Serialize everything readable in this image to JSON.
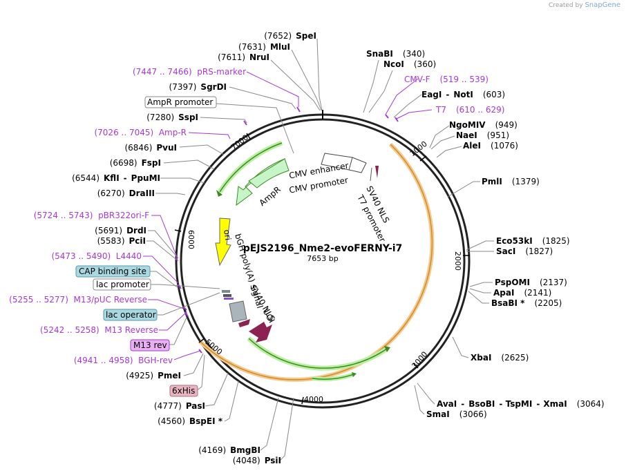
{
  "credit": {
    "prefix": "Created by",
    "brand": "SnapGene"
  },
  "map": {
    "name": "pEJS2196_Nme2-evoFERNY-i7",
    "length": "7653 bp",
    "ticks": [
      "1000",
      "2000",
      "3000",
      "4000",
      "5000",
      "6000",
      "7000"
    ]
  },
  "features": {
    "cmv_enhancer": "CMV enhancer",
    "cmv_promoter": "CMV promoter",
    "t7_promoter": "T7 promoter",
    "sv40_nls_top": "SV40 NLS",
    "ampr": "AmpR",
    "ori": "ori",
    "bgh_polya": "bGH poly(A) signal",
    "sv40_nls_bottom": "SV40 NLS",
    "ugi": "UGI"
  },
  "labels": {
    "spel": {
      "pos": "(7652)",
      "name": "SpeI"
    },
    "mlui": {
      "pos": "(7631)",
      "name": "MluI"
    },
    "nrui": {
      "pos": "(7611)",
      "name": "NruI"
    },
    "prs": {
      "text": "(7447 .. 7466)  pRS-marker"
    },
    "sgrdi": {
      "pos": "(7397)",
      "name": "SgrDI"
    },
    "ampr_promoter": {
      "text": "AmpR promoter"
    },
    "sspi": {
      "pos": "(7280)",
      "name": "SspI"
    },
    "ampr_primer": {
      "text": "(7026 .. 7045)  Amp-R"
    },
    "pvui": {
      "pos": "(6846)",
      "name": "PvuI"
    },
    "fspi": {
      "pos": "(6698)",
      "name": "FspI"
    },
    "kfli": {
      "pos": "(6544)",
      "name": "KflI",
      "name2": "PpuMI"
    },
    "draiii": {
      "pos": "(6270)",
      "name": "DraIII"
    },
    "pbr322": {
      "text": "(5724 .. 5743)  pBR322ori-F"
    },
    "drdi": {
      "pos": "(5691)",
      "name": "DrdI"
    },
    "pcii": {
      "pos": "(5583)",
      "name": "PciI"
    },
    "l4440": {
      "text": "(5473 .. 5490)  L4440"
    },
    "cap_binding": {
      "text": "CAP binding site"
    },
    "lac_promoter": {
      "text": "lac promoter"
    },
    "m13puc": {
      "text": "(5255 .. 5277)  M13/pUC Reverse"
    },
    "lac_operator": {
      "text": "lac operator"
    },
    "m13rev_primer": {
      "text": "(5242 .. 5258)  M13 Reverse"
    },
    "m13rev": {
      "text": "M13 rev"
    },
    "bghrev": {
      "text": "(4941 .. 4958)  BGH-rev"
    },
    "pmei": {
      "pos": "(4925)",
      "name": "PmeI"
    },
    "his": {
      "text": "6xHis"
    },
    "pasi": {
      "pos": "(4777)",
      "name": "PasI"
    },
    "bspei": {
      "pos": "(4560)",
      "name": "BspEI *"
    },
    "bmgbi": {
      "pos": "(4169)",
      "name": "BmgBI"
    },
    "psii": {
      "pos": "(4048)",
      "name": "PsiI"
    },
    "snabi": {
      "pos": "(340)",
      "name": "SnaBI"
    },
    "ncoi": {
      "pos": "(360)",
      "name": "NcoI"
    },
    "cmvf": {
      "text": "CMV-F",
      "pos": "(519 .. 539)"
    },
    "eagi": {
      "name": "EagI",
      "name2": "NotI",
      "pos": "(603)"
    },
    "t7": {
      "text": "T7",
      "pos": "(610 .. 629)"
    },
    "ngomiv": {
      "name": "NgoMIV",
      "pos": "(949)"
    },
    "naei": {
      "name": "NaeI",
      "pos": "(951)"
    },
    "alei": {
      "name": "AleI",
      "pos": "(1076)"
    },
    "pmli": {
      "name": "PmlI",
      "pos": "(1379)"
    },
    "eco53ki": {
      "name": "Eco53kI",
      "pos": "(1825)"
    },
    "saci": {
      "name": "SacI",
      "pos": "(1827)"
    },
    "pspomi": {
      "name": "PspOMI",
      "pos": "(2137)"
    },
    "apai": {
      "name": "ApaI",
      "pos": "(2141)"
    },
    "bsabi": {
      "name": "BsaBI *",
      "pos": "(2205)"
    },
    "xbai": {
      "name": "XbaI",
      "pos": "(2625)"
    },
    "avai": {
      "name": "AvaI",
      "name2": "BsoBI",
      "name3": "TspMI",
      "name4": "XmaI",
      "pos": "(3064)"
    },
    "smai": {
      "name": "SmaI",
      "pos": "(3066)"
    }
  },
  "colors": {
    "primer": "#a637d8",
    "cds_orange": "#f0a040",
    "ampr_fill": "#c8f5c8",
    "ori_fill": "#ffff00",
    "ugi_fill": "#8b2252",
    "cap_box": "#a8d8e0",
    "m13_box": "#e8b0f0",
    "his_box": "#e8b4c0"
  }
}
